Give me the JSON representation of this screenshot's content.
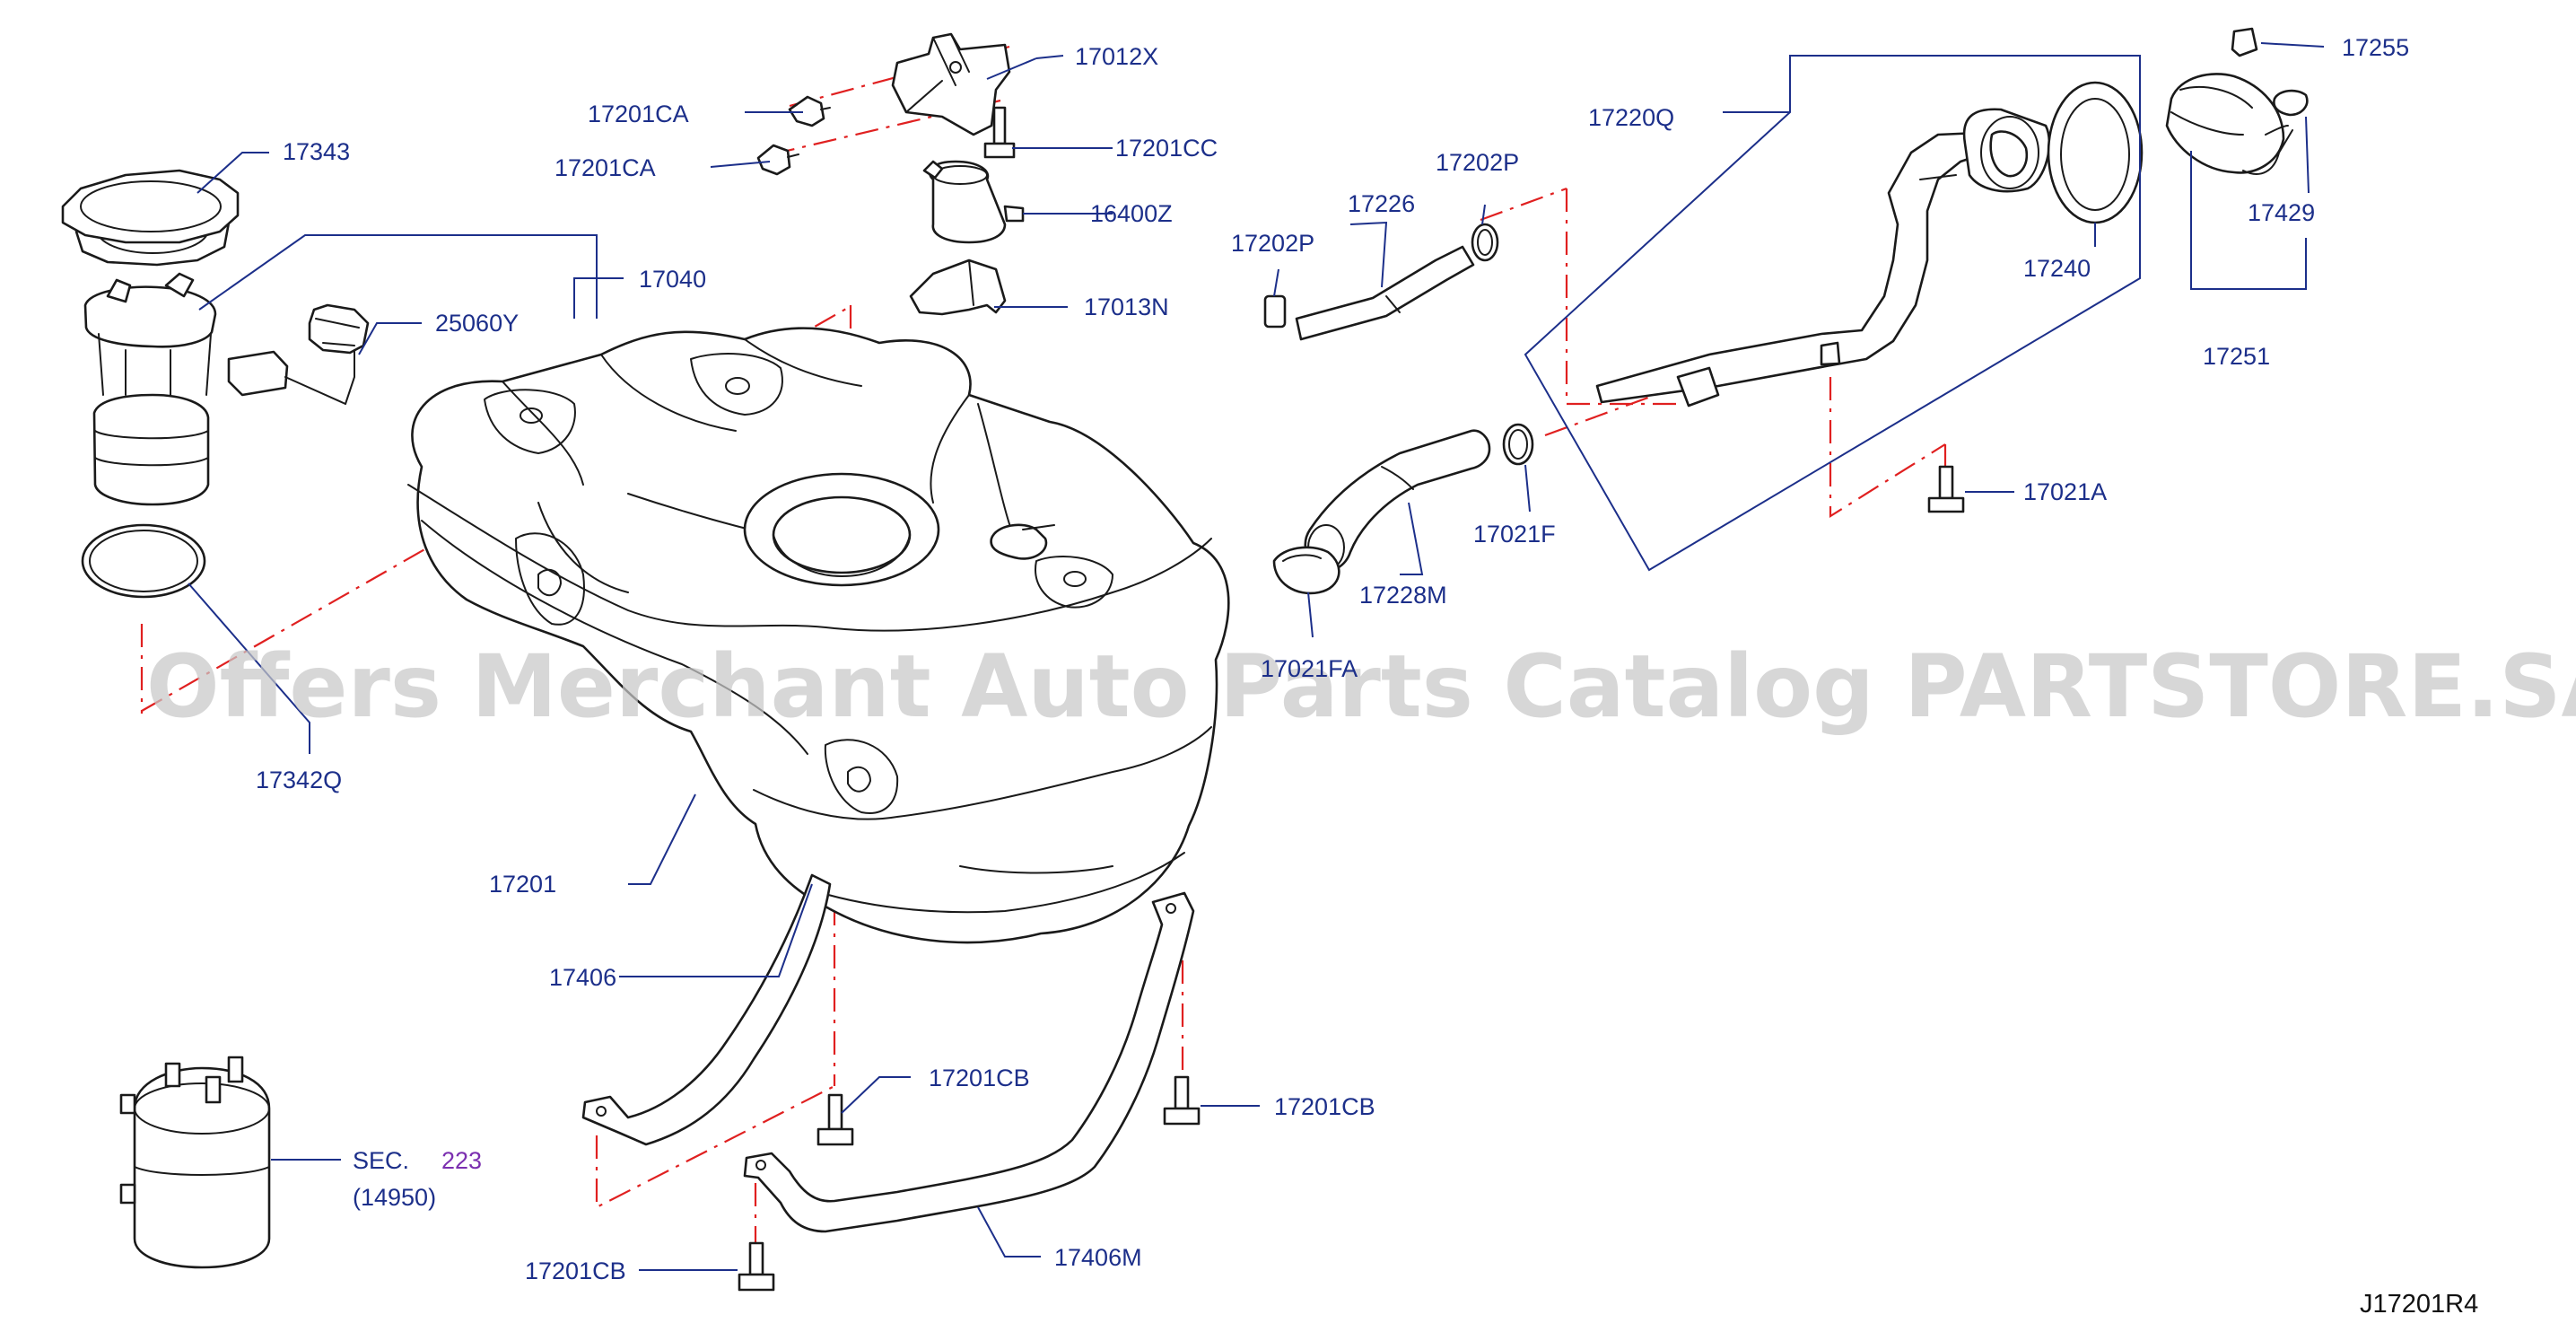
{
  "watermark": "Offers Merchant Auto Parts Catalog PARTSTORE.SA",
  "diagram_ref": "J17201R4",
  "colors": {
    "label": "#1c2f8a",
    "sec_number": "#7b2fb0",
    "dash": "#e02020",
    "line": "#1a1a1a"
  },
  "labels": {
    "p17012X": "17012X",
    "p17201CA_1": "17201CA",
    "p17201CA_2": "17201CA",
    "p17201CC": "17201CC",
    "p16400Z": "16400Z",
    "p17013N": "17013N",
    "p17343": "17343",
    "p17040": "17040",
    "p25060Y": "25060Y",
    "p17342Q": "17342Q",
    "p17201": "17201",
    "p17406": "17406",
    "p17201CB_1": "17201CB",
    "p17201CB_2": "17201CB",
    "p17201CB_3": "17201CB",
    "p17406M": "17406M",
    "sec_prefix": "SEC.",
    "sec_number": "223",
    "sec_part": "(14950)",
    "p17202P_1": "17202P",
    "p17202P_2": "17202P",
    "p17226": "17226",
    "p17228M": "17228M",
    "p17021F": "17021F",
    "p17021FA": "17021FA",
    "p17220Q": "17220Q",
    "p17021A": "17021A",
    "p17240": "17240",
    "p17251": "17251",
    "p17255": "17255",
    "p17429": "17429"
  }
}
